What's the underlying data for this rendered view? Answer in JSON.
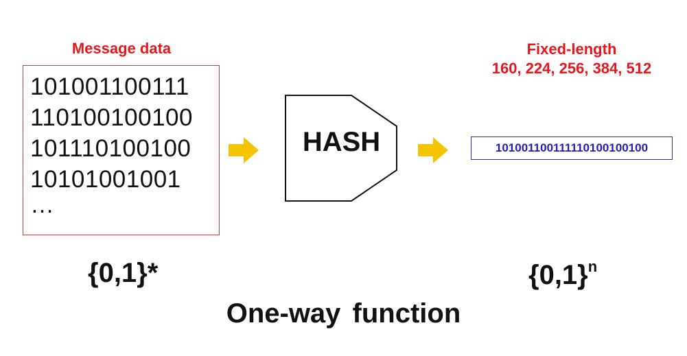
{
  "input": {
    "label": "Message data",
    "bits": [
      "101001100111",
      "110100100100",
      "101110100100",
      "10101001001",
      "…"
    ],
    "set_notation": "{0,1}*"
  },
  "hash": {
    "label": "HASH"
  },
  "output": {
    "label_line1": "Fixed-length",
    "label_line2": "160, 224, 256, 384, 512",
    "bits": "10100110011111010010010​0",
    "set_base": "{0,1}",
    "set_exponent": "n"
  },
  "caption": "One-way function",
  "colors": {
    "label_red": "#e8161b",
    "arrow_yellow": "#f5c400",
    "output_blue": "#1f1fb8"
  }
}
